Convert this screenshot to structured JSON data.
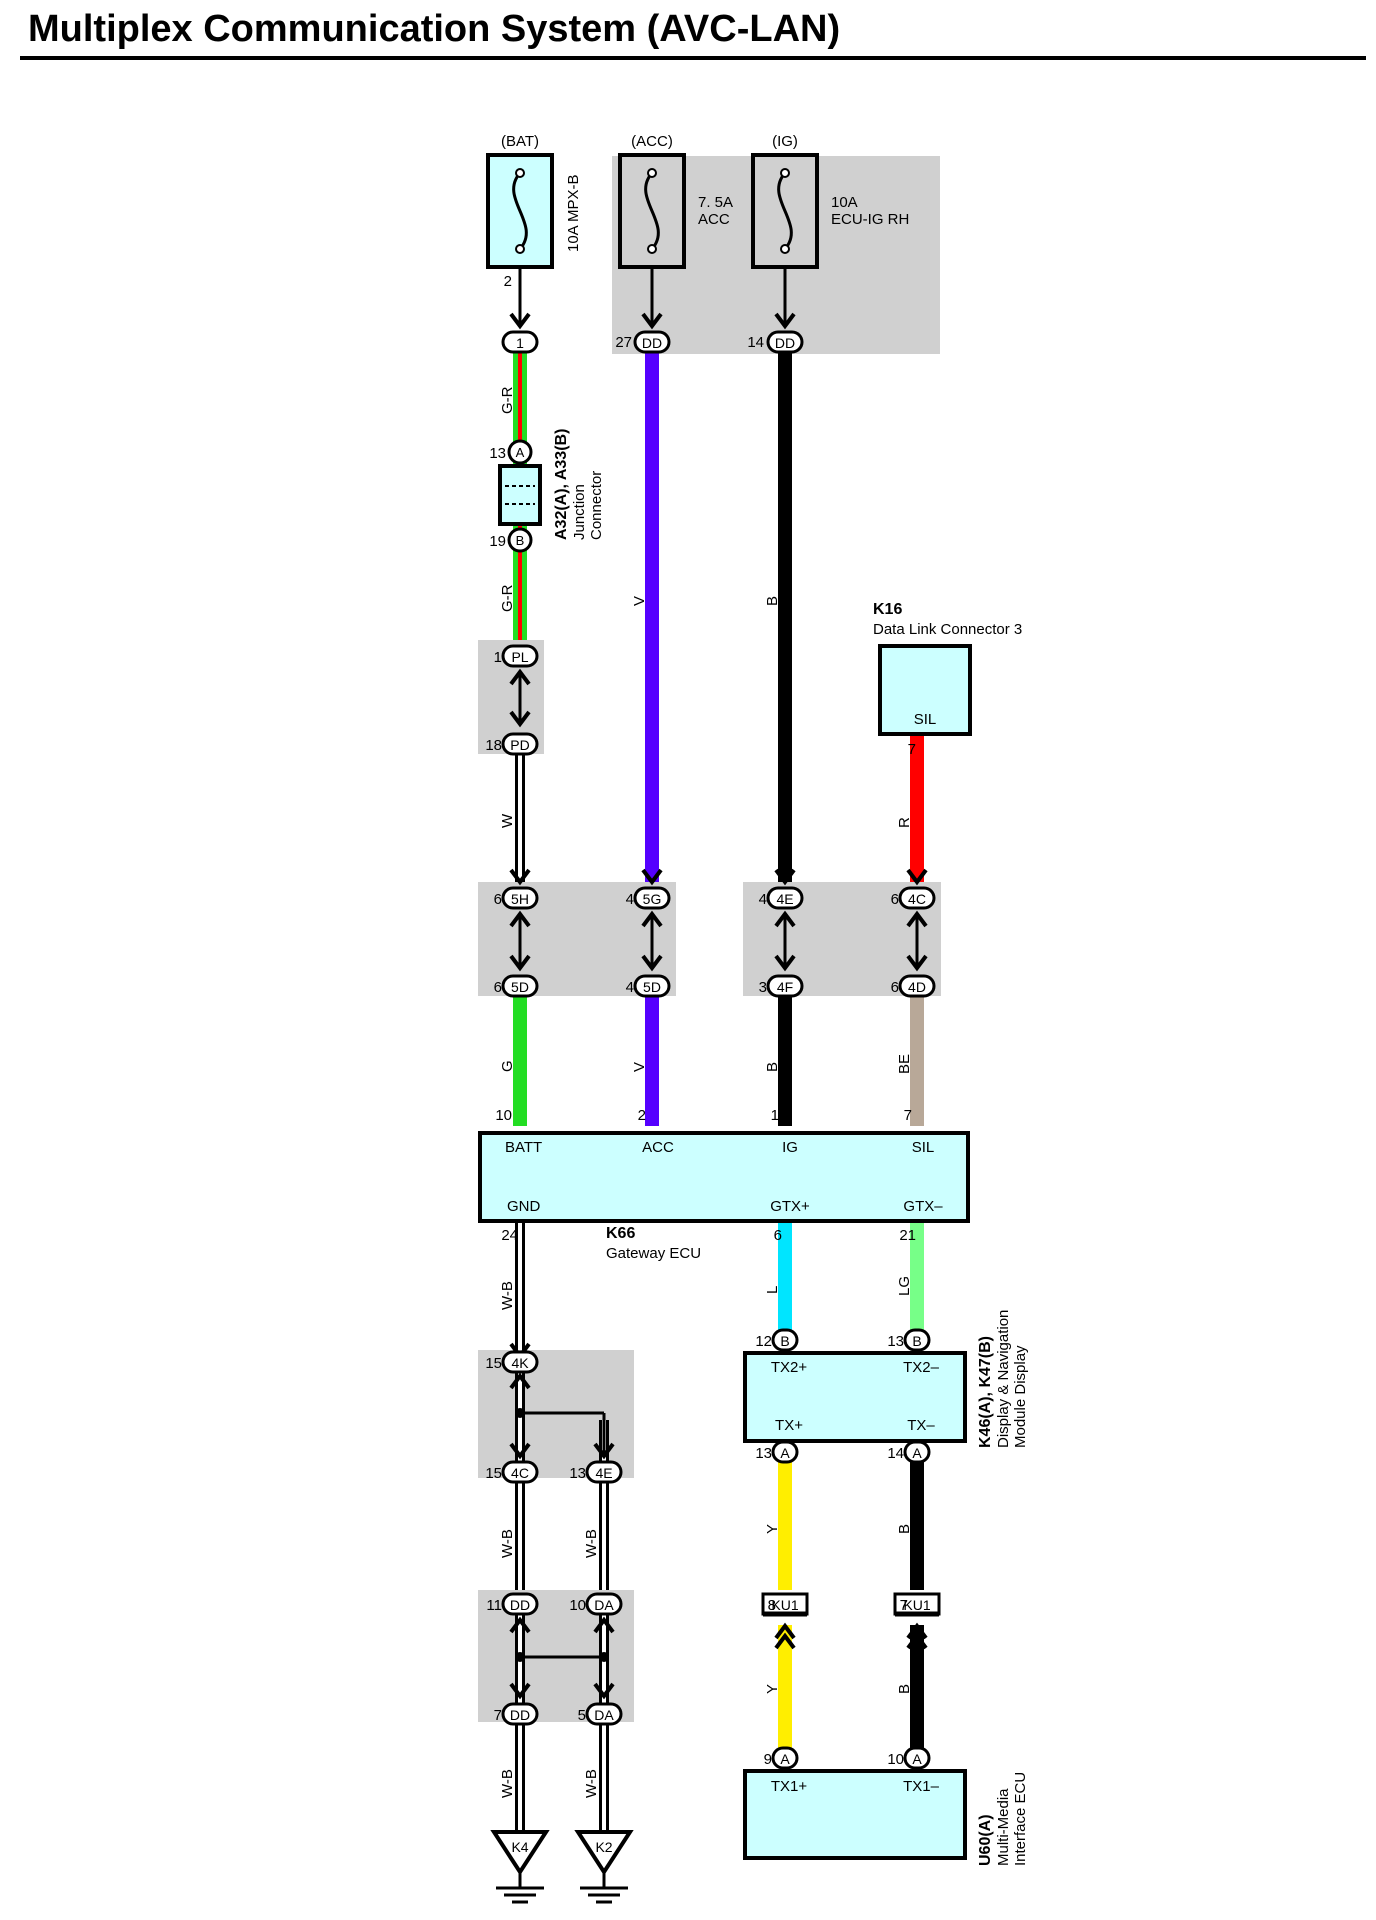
{
  "title": "Multiplex Communication System (AVC-LAN)",
  "colors": {
    "pink": "#ff7f7f",
    "green": "#22dd22",
    "violet": "#5500ff",
    "black": "#000000",
    "white": "#ffffff",
    "red": "#ff0000",
    "beige": "#b8a898",
    "blue": "#00e5ff",
    "light_green": "#77ff88",
    "yellow": "#ffee00",
    "component_fill": "#ccffff",
    "shade": "#d0d0d0"
  },
  "power": {
    "bat": "(BAT)",
    "acc": "(ACC)",
    "ig": "(IG)",
    "fuse_bat": "10A MPX-B",
    "fuse_acc_a": "7. 5A",
    "fuse_acc_b": "ACC",
    "fuse_ig_a": "10A",
    "fuse_ig_b": "ECU-IG RH"
  },
  "pins": {
    "bat_fuse_out": "2",
    "c1": "1",
    "jc_a": "13",
    "jc_b": "19",
    "pl": "1",
    "pd": "18",
    "acc_dd": "27",
    "ig_dd": "14",
    "k16_out": "7",
    "p5h": "6",
    "p5g": "4",
    "p4e": "4",
    "p4c": "6",
    "p5d_g": "6",
    "p5d_v": "4",
    "p4f": "3",
    "p4d": "6",
    "ecu_batt": "10",
    "ecu_acc": "2",
    "ecu_ig": "1",
    "ecu_sil": "7",
    "ecu_gnd": "24",
    "ecu_gtxp": "6",
    "ecu_gtxm": "21",
    "disp_tx2p": "12",
    "disp_tx2m": "13",
    "disp_txp": "13",
    "disp_txm": "14",
    "ku1_y": "8",
    "ku1_b": "7",
    "mm_tx1p": "9",
    "mm_tx1m": "10",
    "g4k": "15",
    "g4c": "15",
    "g4e": "13",
    "gdd_top": "11",
    "gda_top": "10",
    "gdd_bot": "7",
    "gda_bot": "5"
  },
  "connectors": {
    "c1": "1",
    "jc_a": "A",
    "jc_b": "B",
    "pl": "PL",
    "pd": "PD",
    "dd": "DD",
    "c5h": "5H",
    "c5g": "5G",
    "c4e": "4E",
    "c4c": "4C",
    "c5d": "5D",
    "c4f": "4F",
    "c4d": "4D",
    "b": "B",
    "a": "A",
    "ku1": "KU1",
    "c4k": "4K",
    "c4c_g": "4C",
    "c4e_g": "4E",
    "dd_g": "DD",
    "da_g": "DA",
    "k4": "K4",
    "k2": "K2"
  },
  "wires": {
    "g_r_1": "G-R",
    "g_r_2": "G-R",
    "w": "W",
    "v_1": "V",
    "v_2": "V",
    "b_1": "B",
    "b_2": "B",
    "r": "R",
    "g": "G",
    "be": "BE",
    "l": "L",
    "lg": "LG",
    "y_1": "Y",
    "y_2": "Y",
    "b_3": "B",
    "b_4": "B",
    "wb_1": "W-B",
    "wb_2": "W-B",
    "wb_3": "W-B",
    "wb_4": "W-B",
    "wb_5": "W-B"
  },
  "components": {
    "jc_code": "A32(A), A33(B)",
    "jc_name1": "Junction",
    "jc_name2": "Connector",
    "k16_code": "K16",
    "k16_name": "Data Link Connector 3",
    "k16_pin": "SIL",
    "ecu_code": "K66",
    "ecu_name": "Gateway ECU",
    "ecu_batt": "BATT",
    "ecu_acc": "ACC",
    "ecu_ig": "IG",
    "ecu_sil": "SIL",
    "ecu_gnd": "GND",
    "ecu_gtxp": "GTX+",
    "ecu_gtxm": "GTX–",
    "disp_code": "K46(A), K47(B)",
    "disp_name1": "Display & Navigation",
    "disp_name2": "Module Display",
    "disp_tx2p": "TX2+",
    "disp_tx2m": "TX2–",
    "disp_txp": "TX+",
    "disp_txm": "TX–",
    "mm_code": "U60(A)",
    "mm_name1": "Multi-Media",
    "mm_name2": "Interface ECU",
    "mm_tx1p": "TX1+",
    "mm_tx1m": "TX1–"
  }
}
